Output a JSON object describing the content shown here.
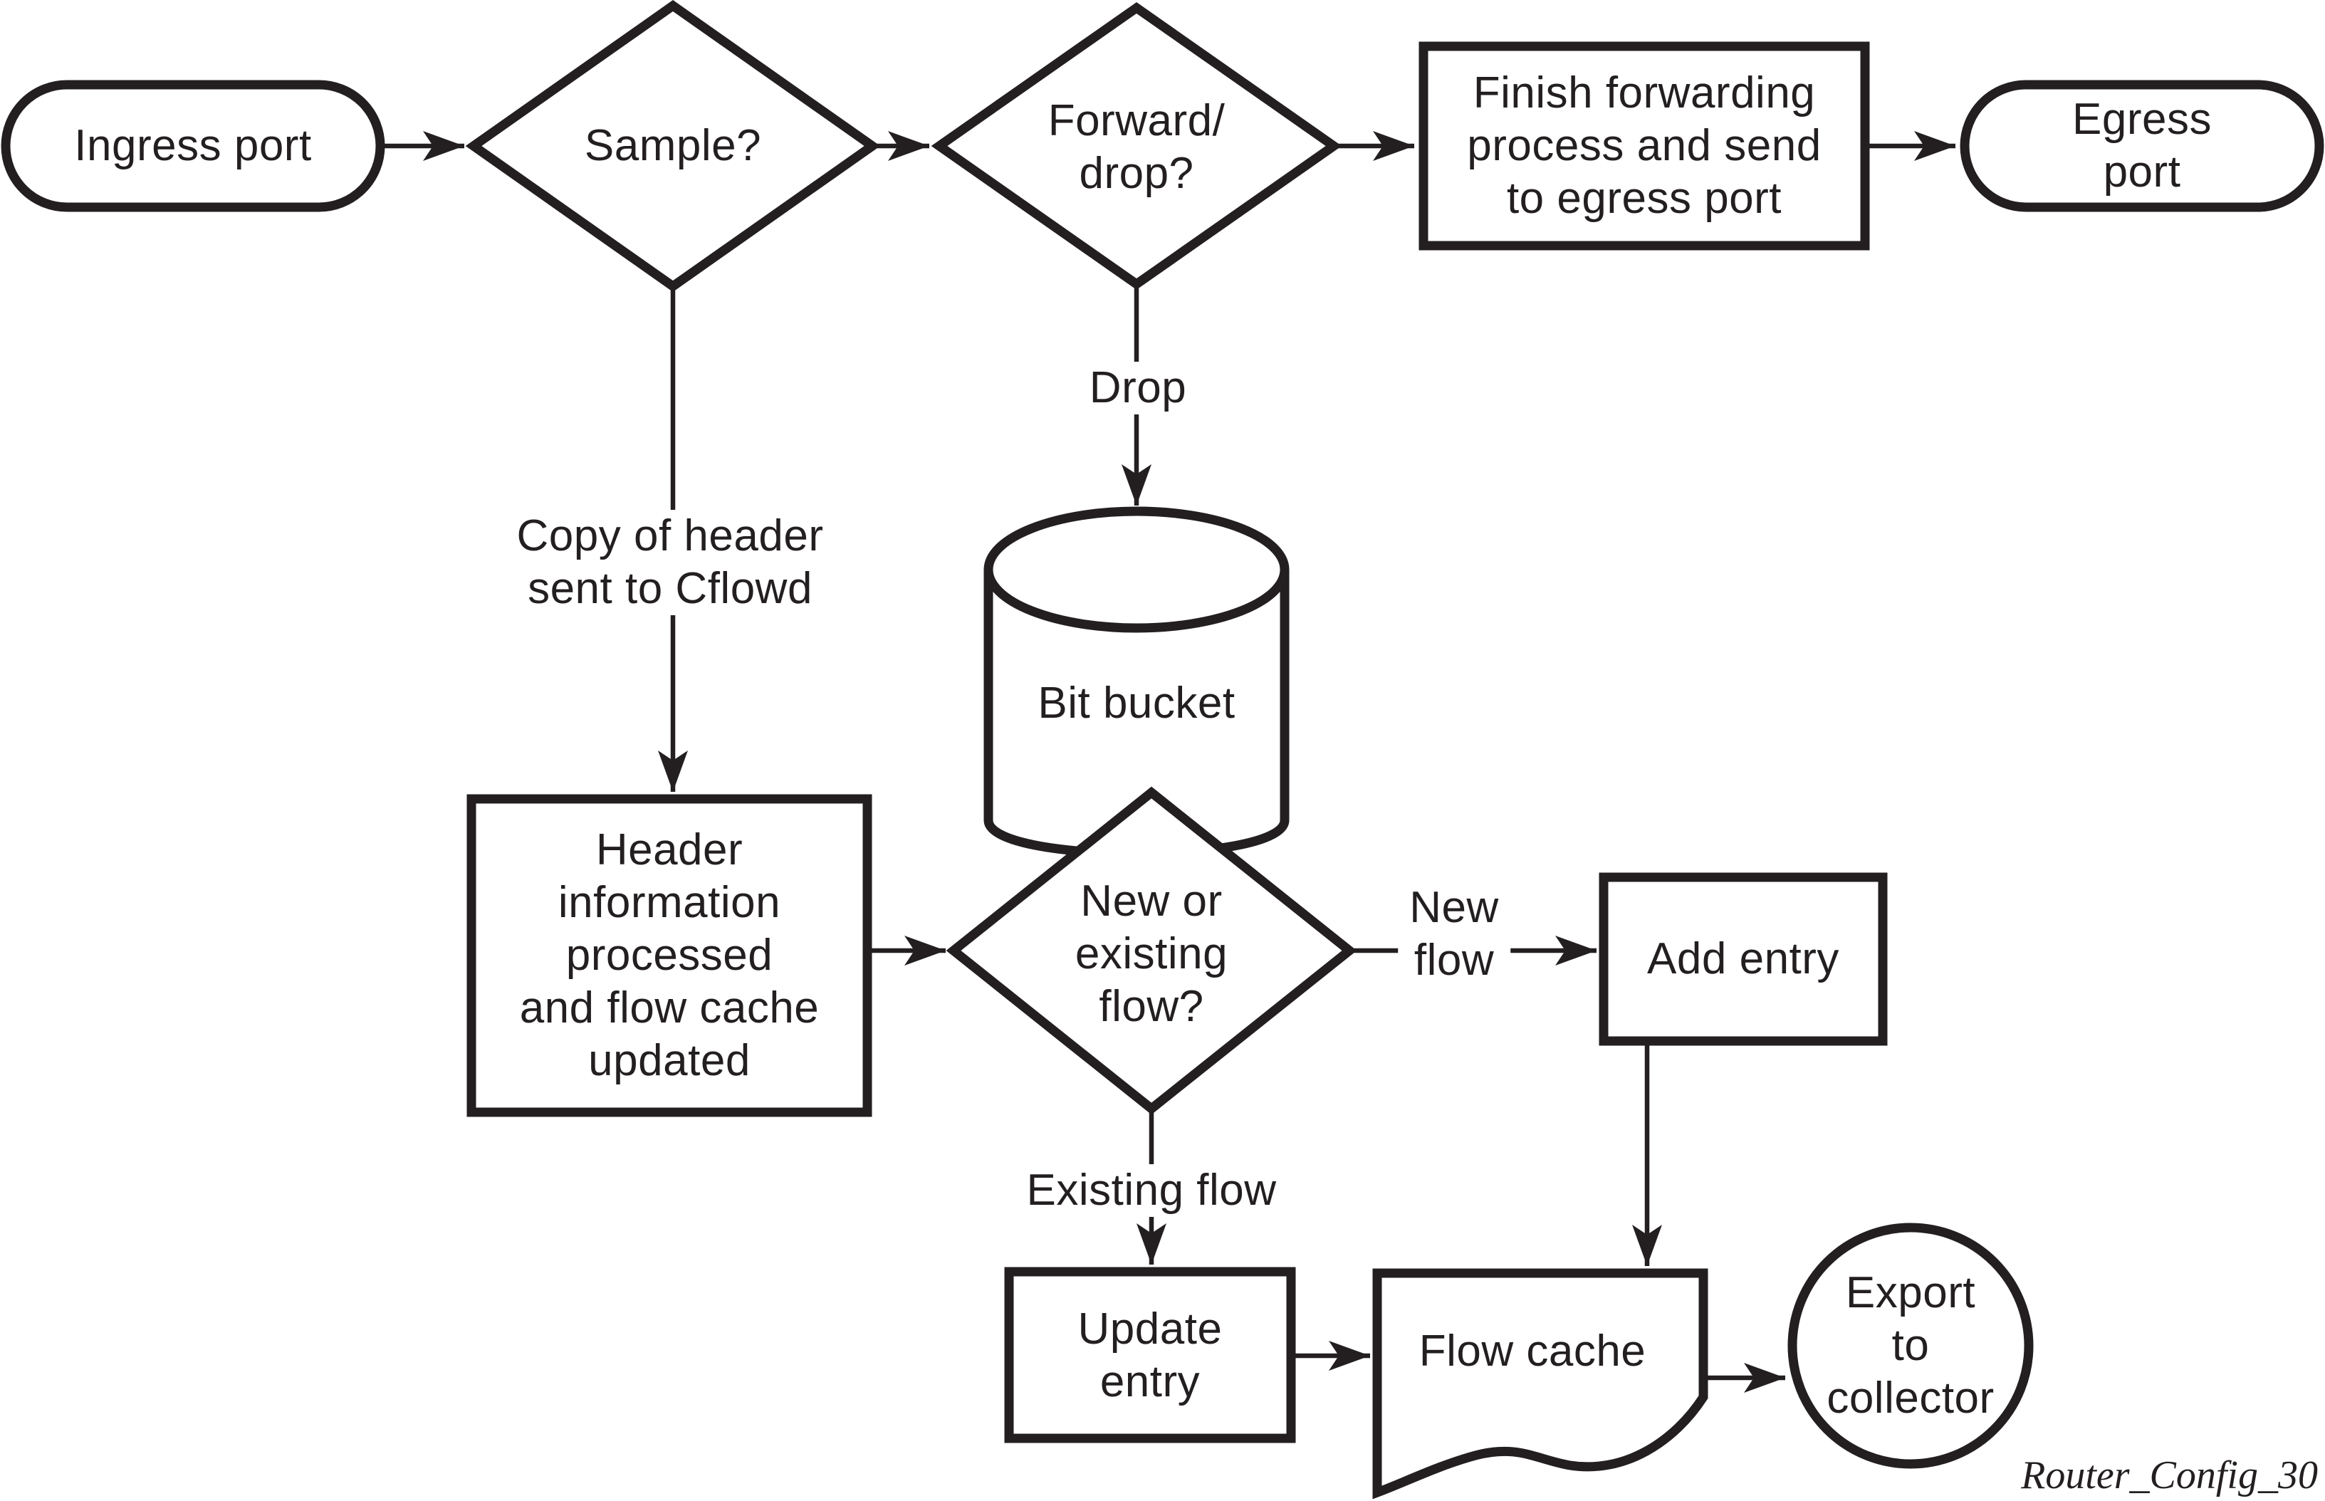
{
  "diagram": {
    "caption": "Router_Config_30",
    "colors": {
      "ink": "#231f20",
      "background": "#ffffff"
    },
    "nodes": {
      "ingress": {
        "shape": "stadium",
        "label": "Ingress port"
      },
      "sample": {
        "shape": "diamond",
        "label": "Sample?"
      },
      "forward_drop": {
        "shape": "diamond",
        "label": "Forward/\ndrop?"
      },
      "finish_forwarding": {
        "shape": "rect",
        "label": "Finish forwarding\nprocess and send\nto egress port"
      },
      "egress": {
        "shape": "stadium",
        "label": "Egress port"
      },
      "bit_bucket": {
        "shape": "cylinder",
        "label": "Bit bucket"
      },
      "header_processed": {
        "shape": "rect",
        "label": "Header\ninformation\nprocessed\nand flow cache\nupdated"
      },
      "new_or_existing": {
        "shape": "diamond",
        "label": "New or\nexisting\nflow?"
      },
      "add_entry": {
        "shape": "rect",
        "label": "Add entry"
      },
      "update_entry": {
        "shape": "rect",
        "label": "Update\nentry"
      },
      "flow_cache": {
        "shape": "document",
        "label": "Flow cache"
      },
      "export_collector": {
        "shape": "circle",
        "label": "Export\nto\ncollector"
      }
    },
    "edge_labels": {
      "drop": "Drop",
      "copy_header": "Copy of header\nsent to Cflowd",
      "new_flow": "New\nflow",
      "existing_flow": "Existing flow"
    }
  }
}
